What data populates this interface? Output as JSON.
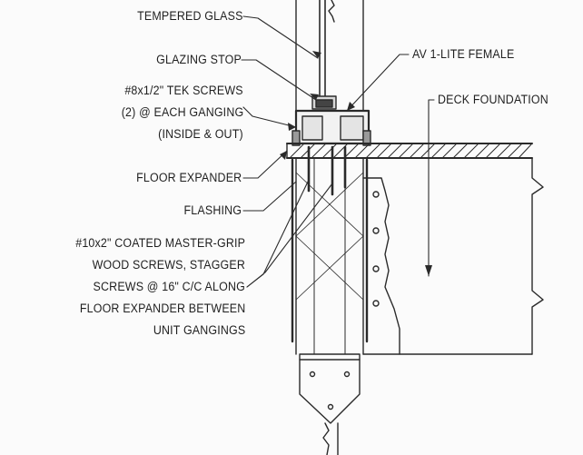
{
  "diagram": {
    "labels": {
      "tempered_glass": "TEMPERED GLASS",
      "glazing_stop": "GLAZING STOP",
      "tek_screws": [
        "#8x1/2\" TEK SCREWS",
        "(2) @ EACH GANGING",
        "(INSIDE & OUT)"
      ],
      "floor_expander": "FLOOR EXPANDER",
      "flashing": "FLASHING",
      "wood_screws": [
        "#10x2\" COATED MASTER-GRIP",
        "WOOD SCREWS, STAGGER",
        "SCREWS @ 16\" C/C ALONG",
        "FLOOR EXPANDER BETWEEN",
        "UNIT GANGINGS"
      ],
      "av_female": "AV 1-LITE FEMALE",
      "deck_foundation": "DECK FOUNDATION"
    }
  }
}
